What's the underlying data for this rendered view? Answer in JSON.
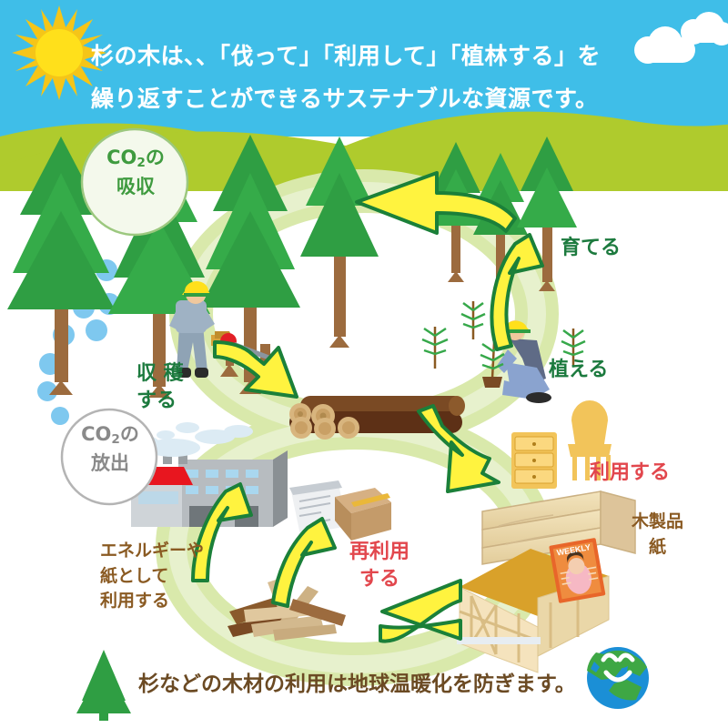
{
  "header": {
    "line1": "杉の木は、、「伐って」「利用して」「植林する」を",
    "line2": "繰り返すことができるサステナブルな資源です。",
    "sun_icon": "sun-icon",
    "cloud_icon": "cloud-icon",
    "sky_color": "#3fbee8",
    "hill_color": "#afcb2d"
  },
  "badges": {
    "absorption": {
      "line1": "CO",
      "sub": "2",
      "line1b": "の",
      "line2": "吸収",
      "color": "#3f9b3f"
    },
    "emission": {
      "line1": "CO",
      "sub": "2",
      "line1b": "の",
      "line2": "放出",
      "color": "#8a8a8a"
    }
  },
  "cycle": {
    "harvest": {
      "label": "収 穫\nする",
      "color": "#1c7a3e"
    },
    "grow": {
      "label": "育てる",
      "color": "#1c7a3e"
    },
    "plant": {
      "label": "植える",
      "color": "#1c7a3e"
    },
    "use": {
      "label": "利用する",
      "color": "#e2474d"
    },
    "reuse": {
      "label": "再利用\nする",
      "color": "#e2474d"
    },
    "energy": {
      "label": "エネルギーや\n紙として\n利用する",
      "color": "#8a5a22"
    },
    "products": {
      "label": "木製品\n紙",
      "color": "#8a5a22"
    }
  },
  "magazine": {
    "title": "WEEKLY"
  },
  "footer": {
    "text": "杉などの木材の利用は地球温暖化を防ぎます。",
    "tree_icon": "pine-tree-icon",
    "earth_icon": "smiling-earth-icon",
    "text_color": "#6b4a23"
  },
  "chart_data": {
    "type": "diagram",
    "title": "杉の木のサステナブル循環（フィギュアエイト型サイクル図）",
    "loops": [
      {
        "name": "upper-forest-loop",
        "steps": [
          "育てる",
          "収穫する",
          "利用する",
          "植える"
        ],
        "direction": "clockwise"
      },
      {
        "name": "lower-utilization-loop",
        "steps": [
          "利用する",
          "再利用する",
          "エネルギーや紙として利用する"
        ],
        "direction": "counter-clockwise"
      }
    ],
    "carbon_flows": [
      {
        "label": "CO2の吸収",
        "from": "大気",
        "to": "森林"
      },
      {
        "label": "CO2の放出",
        "from": "工場",
        "to": "大気"
      }
    ],
    "palette": {
      "sky": "#3fbee8",
      "hill": "#afcb2d",
      "band": "#d7e8a8",
      "arrow_fill": "#fff33f",
      "arrow_stroke": "#1b8039",
      "tree_green": "#2f9e43",
      "trunk": "#9c6b3e",
      "wood_light": "#e6d3a8",
      "wood_dark": "#7a4a24",
      "factory_gray": "#b7bcc0",
      "factory_red": "#e8161f",
      "co2_blue": "#7ec8ef"
    }
  }
}
